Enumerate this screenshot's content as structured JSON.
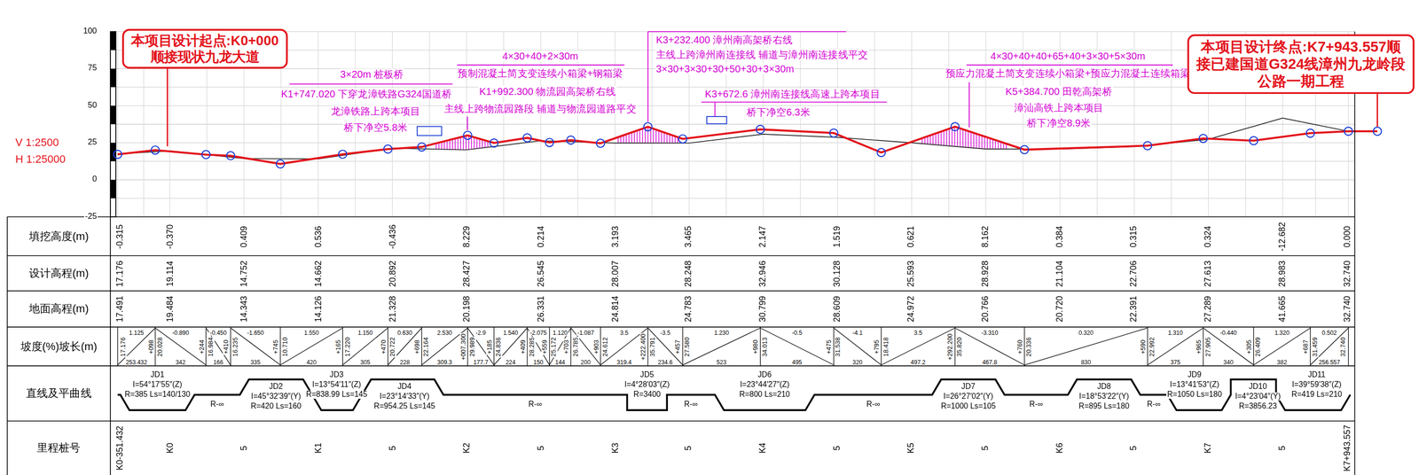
{
  "diagram": {
    "nodes": [
      {
        "text": [
          "本项目设计起点:K0+000 顺接现状九龙大道"
        ]
      },
      {
        "text": [
          "本项目设计终点:K7+943.557顺 接已建国道G324线漳州九龙岭段 公路一期工程"
        ]
      }
    ],
    "labels": [
      "100",
      "75",
      "50",
      "25",
      "0",
      "-25",
      "V 1:2500",
      "H 1:25000",
      "3×20m 桩板桥",
      "K1+747.020 下穿龙漳铁路G324国道桥",
      "龙漳铁路上跨本项目",
      "桥下净空5.8米",
      "4×30+40+2×30m",
      "预制混凝土简支变连续小箱梁+钢箱梁",
      "K1+992.300 物流园高架桥右线",
      "主线上跨物流园路段 辅道与物流园道路平交",
      "K3+232.400 漳州南高架桥右线",
      "主线上跨漳州南连接线 辅道与漳州南连接线平交",
      "3×30+3×30+30+50+30+3×30m",
      "K3+672.6 漳州南连接线高速上跨本项目",
      "桥下净空6.3米",
      "4×30+40+40+65+40+3×30+5×30m",
      "预应力混凝土简支变连续小箱梁+预应力混凝土连续箱梁",
      "K5+384.700 田乾高架桥",
      "漳汕高铁上跨本项目",
      "桥下净空8.9米",
      "填挖高度(m)",
      "设计高程(m)",
      "地面高程(m)",
      "坡度(%)坡长(m)",
      "直线及平曲线",
      "里程桩号",
      "-0.315",
      "-0.370",
      "0.409",
      "0.536",
      "-0.436",
      "8.229",
      "0.214",
      "3.193",
      "3.465",
      "2.147",
      "1.519",
      "0.621",
      "8.162",
      "0.384",
      "0.315",
      "0.324",
      "-12.682",
      "0.000",
      "17.176",
      "19.114",
      "14.752",
      "14.662",
      "20.892",
      "28.427",
      "26.545",
      "28.007",
      "28.248",
      "32.946",
      "30.128",
      "25.593",
      "28.928",
      "21.104",
      "22.706",
      "27.613",
      "28.983",
      "32.740",
      "17.491",
      "19.484",
      "14.343",
      "14.126",
      "21.328",
      "20.198",
      "26.331",
      "24.814",
      "24.783",
      "30.799",
      "28.609",
      "24.972",
      "20.766",
      "20.720",
      "22.391",
      "27.289",
      "41.665",
      "32.740",
      "K0-351.432",
      "K0",
      "5",
      "K1",
      "5",
      "K2",
      "5",
      "K3",
      "5",
      "K4",
      "5",
      "K5",
      "5",
      "K6",
      "5",
      "K7",
      "5",
      "K7+943.557",
      "17.176",
      "1.125",
      "253.432",
      "+098",
      "20.028",
      "-0.890",
      "342",
      "+244",
      "16.984",
      "-0.450",
      "166",
      "+410",
      "16.235",
      "-1.650",
      "335",
      "+745",
      "10.710",
      "1.550",
      "420",
      "+165",
      "17.220",
      "1.150",
      "305",
      "+470",
      "20.722",
      "0.630",
      "228",
      "+698",
      "22.164",
      "2.530",
      "309.3",
      "+007.300",
      "29.989",
      "-2.9",
      "177.7",
      "+185",
      "24.836",
      "1.540",
      "224",
      "+409",
      "28.285",
      "-2.075",
      "150",
      "+559",
      "25.172",
      "1.120",
      "144",
      "+703",
      "26.785",
      "-1.087",
      "200",
      "+903",
      "24.612",
      "3.5",
      "319.4",
      "+222.400",
      "35.791",
      "-3.5",
      "234.6",
      "+457",
      "27.580",
      "1.230",
      "523",
      "+980",
      "34.013",
      "-0.5",
      "495",
      "+475",
      "31.538",
      "-4.1",
      "320",
      "+795",
      "18.418",
      "3.5",
      "497.2",
      "+292.200",
      "35.820",
      "-3.310",
      "467.8",
      "+760",
      "20.336",
      "0.320",
      "830",
      "+590",
      "22.992",
      "1.310",
      "375",
      "+965",
      "27.905",
      "-0.440",
      "340",
      "+305",
      "26.409",
      "1.320",
      "382",
      "+687",
      "31.459",
      "0.502",
      "256.557",
      "32.740",
      "JD1",
      "I=54°17′55″(Z)",
      "R=385 Ls=140/130",
      "R-∞",
      "JD2",
      "I=45°32′39″(Y)",
      "R=420 Ls=160",
      "JD3",
      "I=13°54′11″(Z)",
      "R=838.99 Ls=145",
      "JD4",
      "I=23°14′33″(Y)",
      "R=954.25 Ls=145",
      "R-∞",
      "JD5",
      "I=4°28′03″(Z)",
      "R=3400",
      "R-∞",
      "JD6",
      "I=23°44′27″(Z)",
      "R=800 Ls=210",
      "R-∞",
      "JD7",
      "I=26°27′02″(Y)",
      "R=1000 Ls=105",
      "R-∞",
      "JD8",
      "I=18°53′22″(Y)",
      "R=895 Ls=180",
      "R-∞",
      "JD9",
      "I=13°41′53″(Z)",
      "R=1050 Ls=180",
      "JD10",
      "I=4°23′04″(Y)",
      "R=3856.23",
      "JD11",
      "I=39°59′38″(Z)",
      "R=419 Ls=210"
    ]
  }
}
